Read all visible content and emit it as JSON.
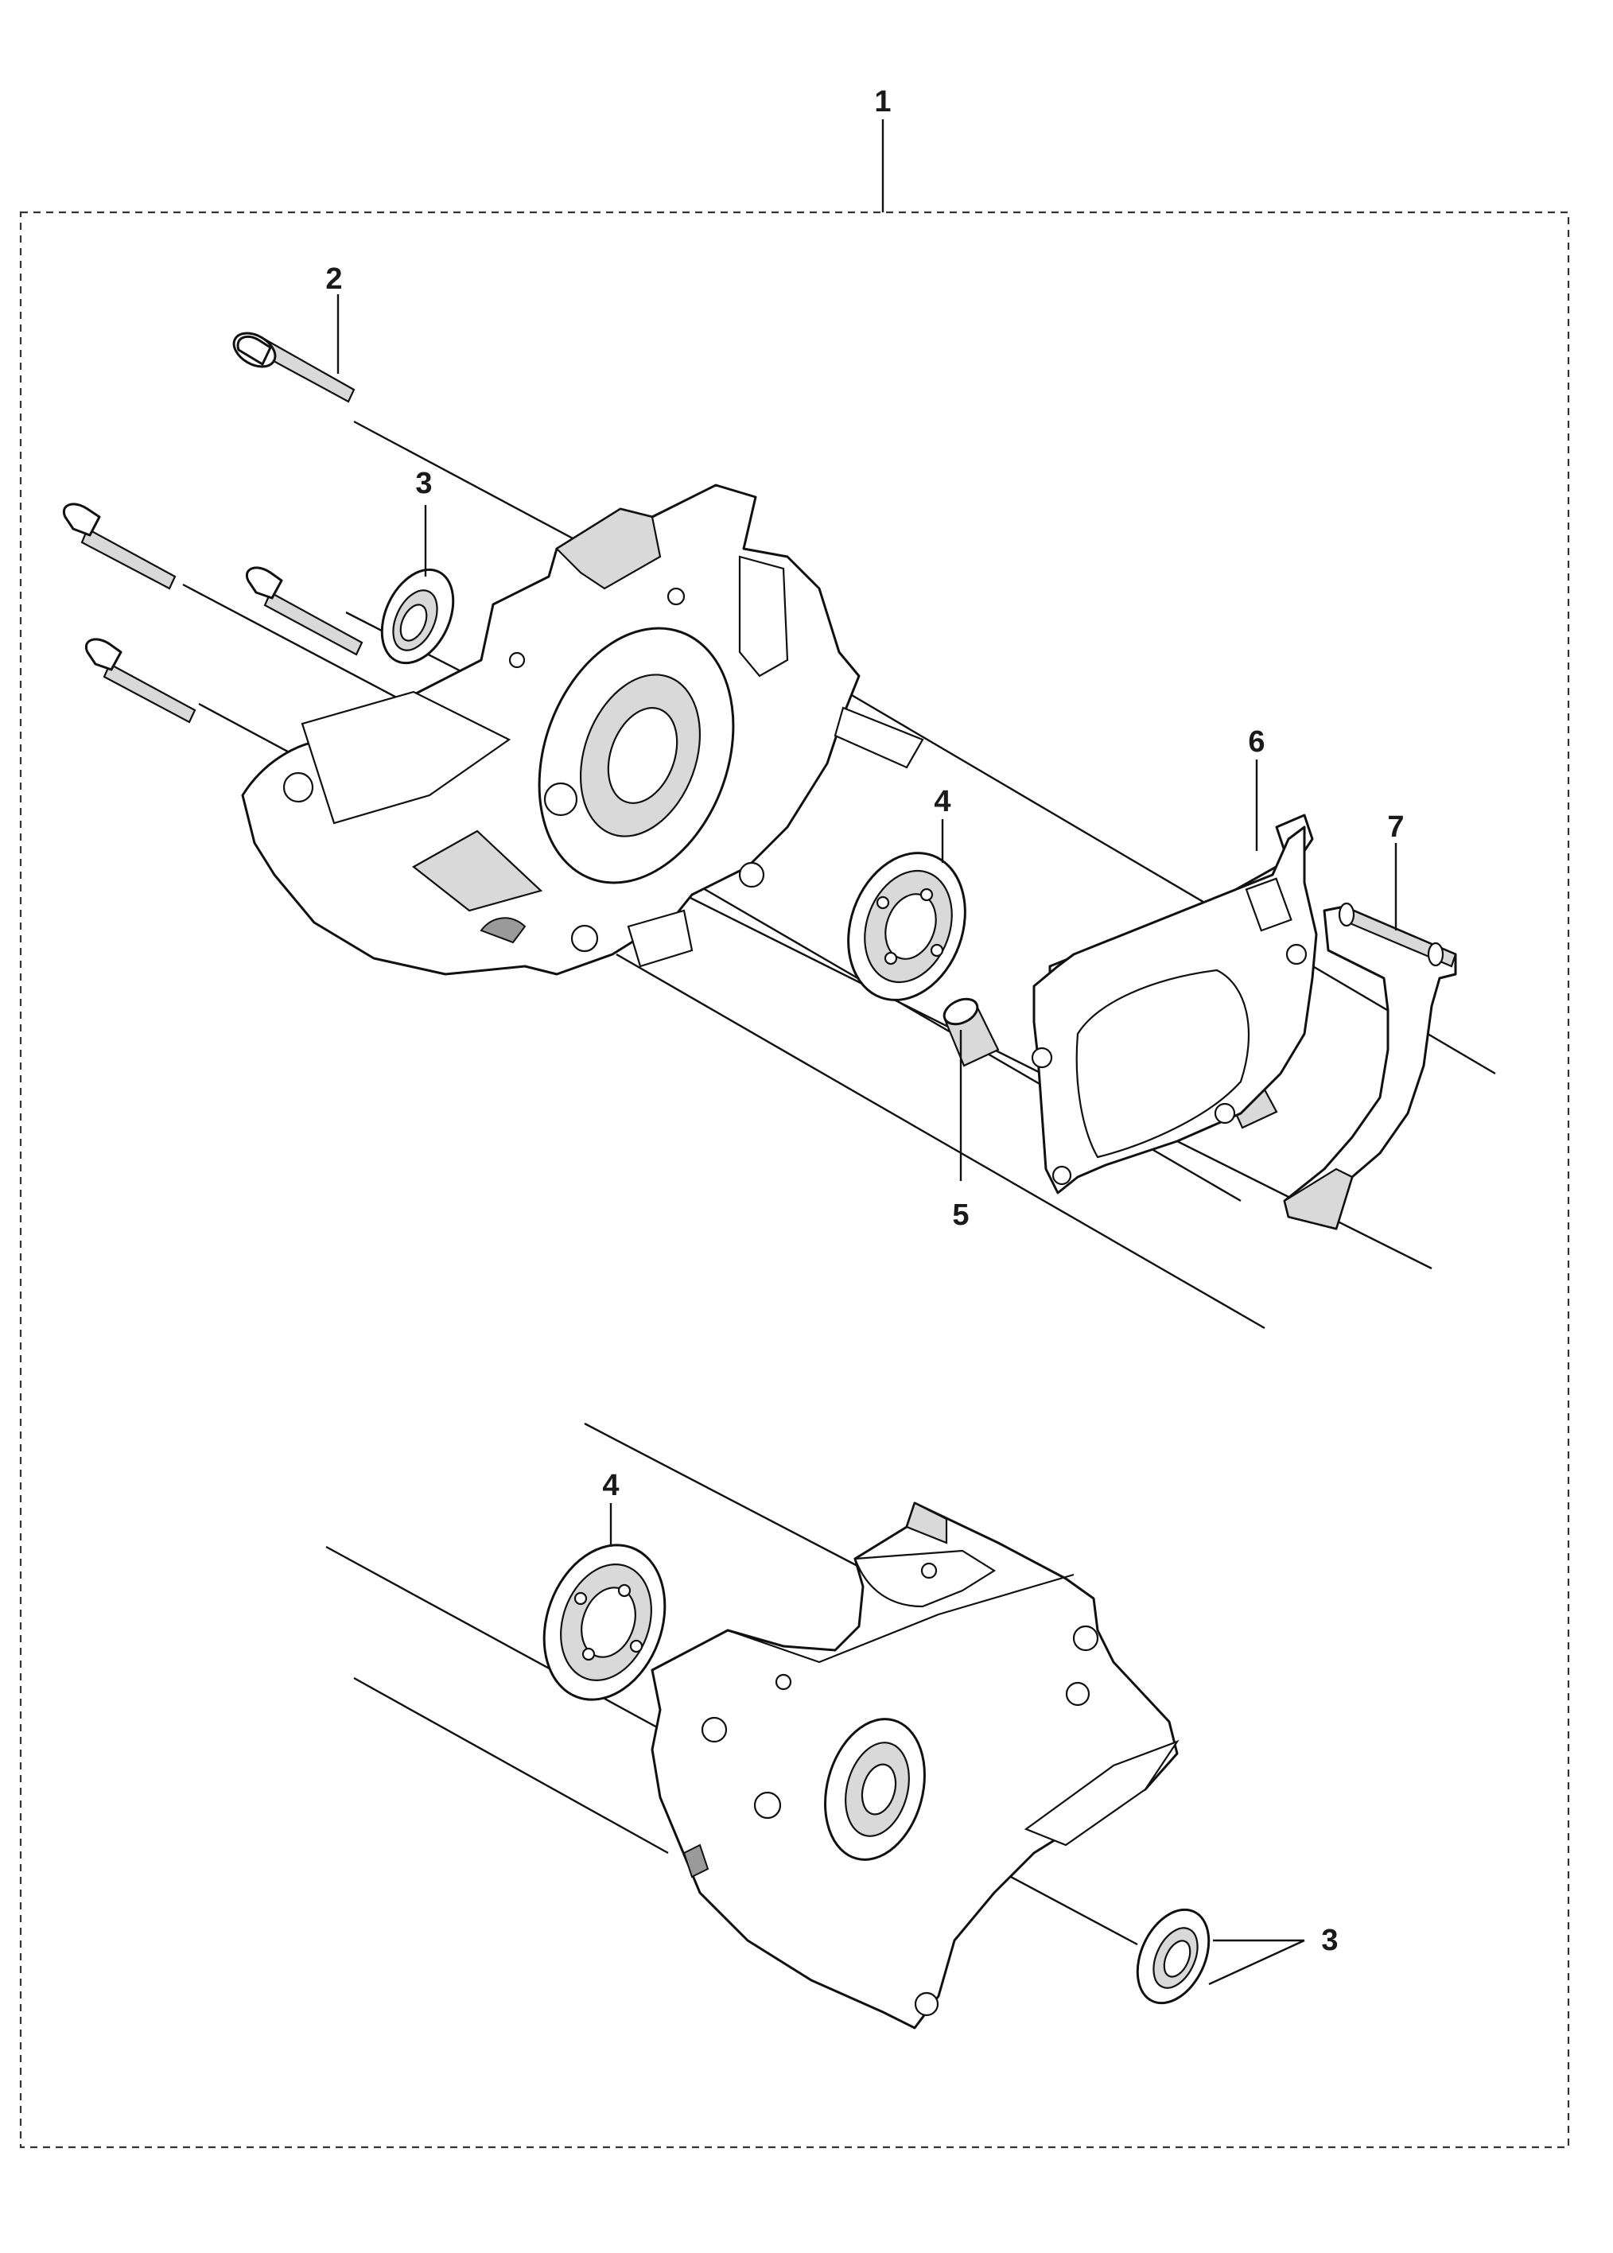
{
  "callouts": {
    "c1": "1",
    "c2": "2",
    "c3_top": "3",
    "c4_top": "4",
    "c5": "5",
    "c6": "6",
    "c7": "7",
    "c4_bottom": "4",
    "c3_bottom": "3"
  },
  "colors": {
    "line": "#111111",
    "shade": "#d9d9d9",
    "frame": "#333333"
  }
}
